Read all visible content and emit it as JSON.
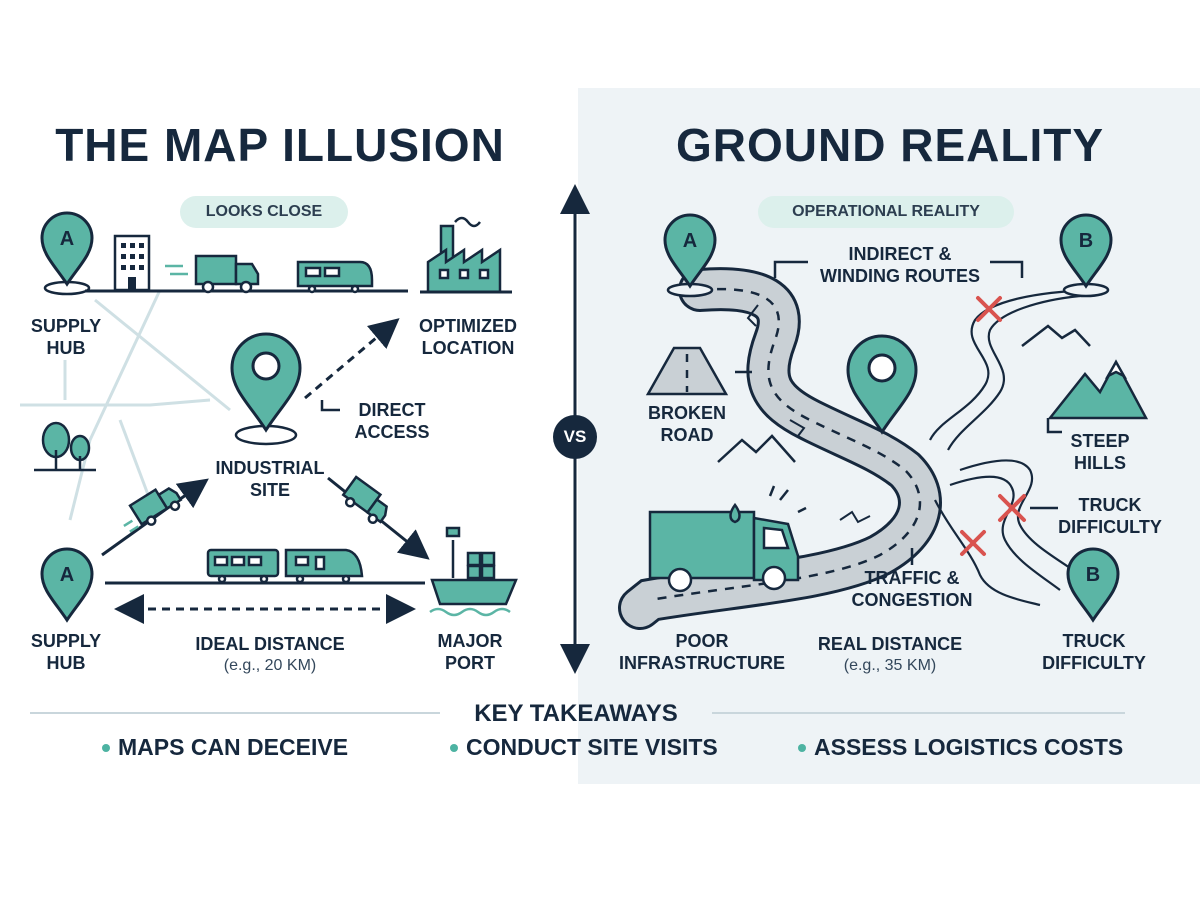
{
  "left": {
    "title": "THE MAP ILLUSION",
    "badge": "LOOKS CLOSE",
    "pin_top_letter": "A",
    "pin_bottom_letter": "A",
    "supply_hub_top": [
      "SUPPLY",
      "HUB"
    ],
    "supply_hub_bottom": [
      "SUPPLY",
      "HUB"
    ],
    "optimized_location": [
      "OPTIMIZED",
      "LOCATION"
    ],
    "direct_access": [
      "DIRECT",
      "ACCESS"
    ],
    "industrial_site": [
      "INDUSTRIAL",
      "SITE"
    ],
    "major_port": [
      "MAJOR",
      "PORT"
    ],
    "ideal_distance": "IDEAL DISTANCE",
    "ideal_distance_example": "(e.g., 20 KM)"
  },
  "divider": {
    "vs": "VS"
  },
  "right": {
    "title": "GROUND REALITY",
    "badge": "OPERATIONAL REALITY",
    "pin_a_letter": "A",
    "pin_b_top_letter": "B",
    "pin_b_bottom_letter": "B",
    "indirect_routes": [
      "INDIRECT &",
      "WINDING ROUTES"
    ],
    "broken_road": [
      "BROKEN",
      "ROAD"
    ],
    "steep_hills": [
      "STEEP",
      "HILLS"
    ],
    "truck_difficulty_mid": [
      "TRUCK",
      "DIFFICULTY"
    ],
    "traffic_congestion": [
      "TRAFFIC &",
      "CONGESTION"
    ],
    "poor_infrastructure": [
      "POOR",
      "INFRASTRUCTURE"
    ],
    "real_distance": "REAL DISTANCE",
    "real_distance_example": "(e.g., 35 KM)",
    "truck_difficulty_bottom": [
      "TRUCK",
      "DIFFICULTY"
    ]
  },
  "takeaways": {
    "title": "KEY TAKEAWAYS",
    "items": [
      "MAPS CAN DECEIVE",
      "CONDUCT SITE VISITS",
      "ASSESS LOGISTICS COSTS"
    ]
  },
  "colors": {
    "navy": "#16283d",
    "teal": "#5bb5a5",
    "teal_light": "#dcf0ec",
    "right_panel_bg": "#eef3f6",
    "road_gray": "#c9d0d5",
    "warning_red": "#d9534f"
  }
}
